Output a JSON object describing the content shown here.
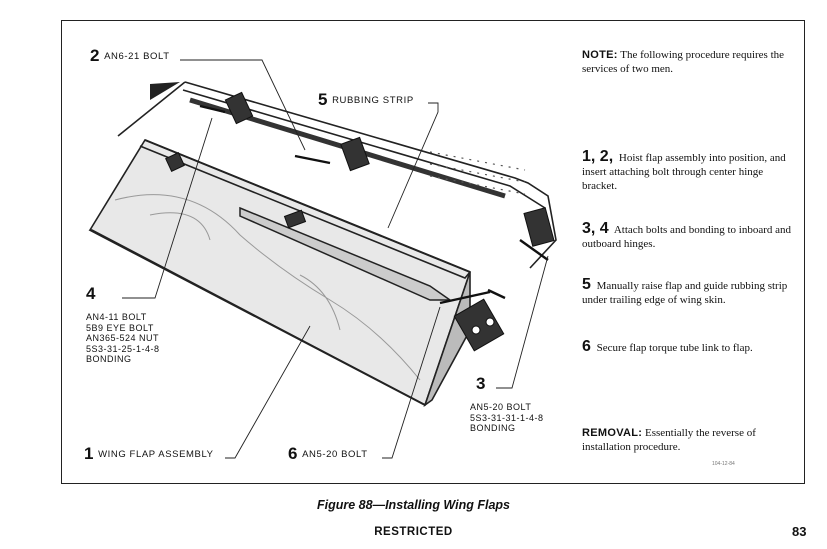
{
  "callouts": {
    "c2": {
      "num": "2",
      "text": "AN6-21 BOLT"
    },
    "c5": {
      "num": "5",
      "text": "RUBBING STRIP"
    },
    "c4": {
      "num": "4",
      "lines": [
        "AN4-11 BOLT",
        "5B9 EYE BOLT",
        "AN365-524 NUT",
        "5S3-31-25-1-4-8",
        "BONDING"
      ]
    },
    "c3": {
      "num": "3",
      "lines": [
        "AN5-20 BOLT",
        "5S3-31-31-1-4-8",
        "BONDING"
      ]
    },
    "c1": {
      "num": "1",
      "text": "WING FLAP ASSEMBLY"
    },
    "c6": {
      "num": "6",
      "text": "AN5-20 BOLT"
    }
  },
  "instructions": {
    "note_label": "NOTE:",
    "note_text": "The following procedure requires the services of two men.",
    "step_12_num": "1, 2,",
    "step_12_text": "Hoist flap assembly into position, and insert attaching bolt through center hinge bracket.",
    "step_34_num": "3, 4",
    "step_34_text": "Attach bolts and bonding to inboard and outboard hinges.",
    "step_5_num": "5",
    "step_5_text": "Manually raise flap and guide rubbing strip under trailing edge of wing skin.",
    "step_6_num": "6",
    "step_6_text": "Secure flap torque tube link to flap.",
    "removal_label": "REMOVAL:",
    "removal_text": "Essentially the reverse of installation procedure."
  },
  "tiny_code": "104-12-84",
  "caption": "Figure 88—Installing Wing Flaps",
  "footer": {
    "classification": "RESTRICTED",
    "page": "83"
  }
}
